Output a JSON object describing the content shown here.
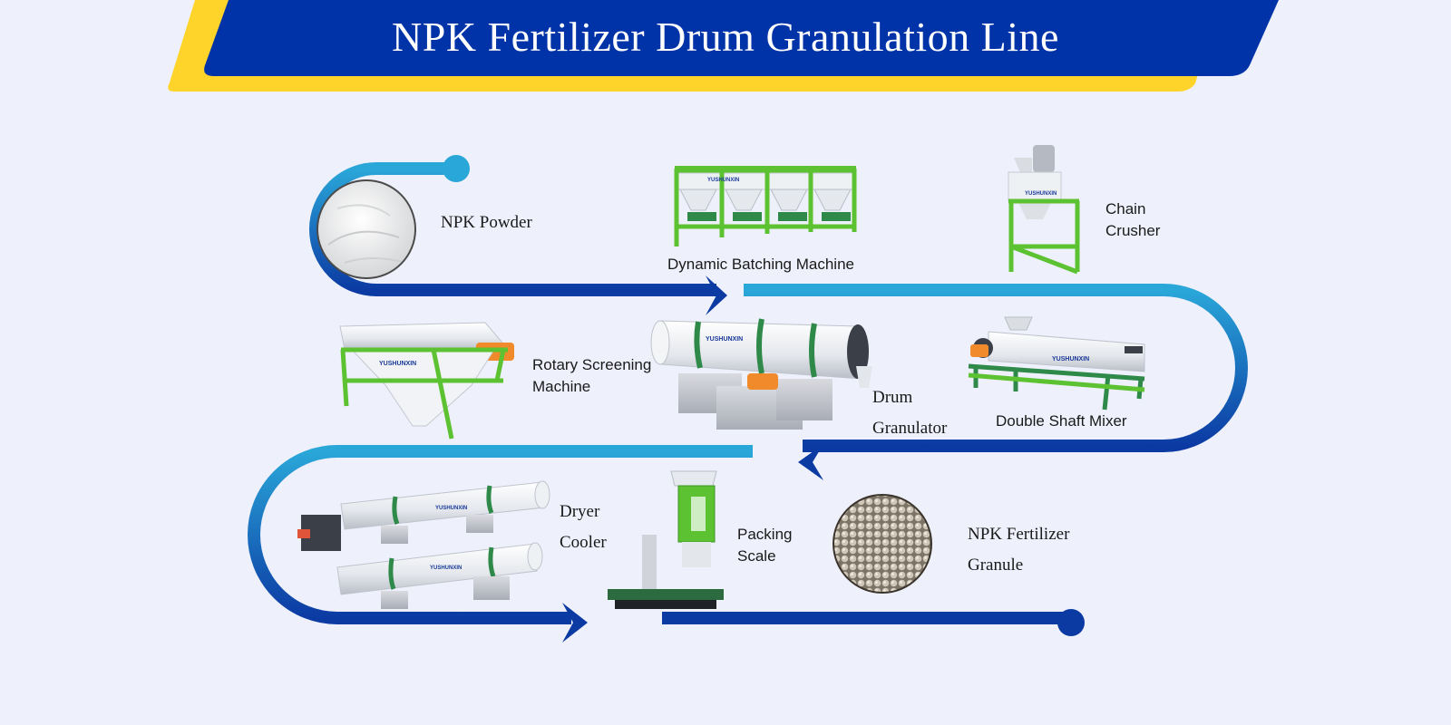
{
  "title": "NPK Fertilizer Drum Granulation Line",
  "brand": "YUSHUNXIN",
  "colors": {
    "banner_blue": "#0033a8",
    "banner_yellow": "#ffd42a",
    "path_light": "#2aa7d9",
    "path_dark": "#0b3aa3",
    "frame_green": "#5cc232",
    "background": "#eef0fb"
  },
  "steps": [
    {
      "id": "npk-powder",
      "line1": "NPK Powder",
      "line2": ""
    },
    {
      "id": "dynamic-batching-machine",
      "line1": "Dynamic Batching Machine",
      "line2": ""
    },
    {
      "id": "chain-crusher",
      "line1": "Chain",
      "line2": "Crusher"
    },
    {
      "id": "double-shaft-mixer",
      "line1": "Double Shaft Mixer",
      "line2": ""
    },
    {
      "id": "drum-granulator",
      "line1": "Drum",
      "line2": "Granulator"
    },
    {
      "id": "rotary-screening-machine",
      "line1": "Rotary Screening",
      "line2": "Machine"
    },
    {
      "id": "dryer-cooler",
      "line1": "Dryer",
      "line2": "Cooler"
    },
    {
      "id": "packing-scale",
      "line1": "Packing",
      "line2": "Scale"
    },
    {
      "id": "npk-fertilizer-granule",
      "line1": "NPK Fertilizer",
      "line2": "Granule"
    }
  ]
}
